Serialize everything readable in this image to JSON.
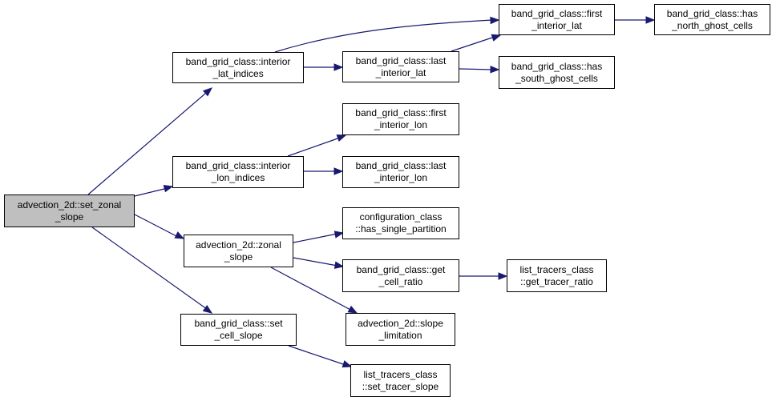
{
  "colors": {
    "edge": "#191970",
    "root_fill": "#bfbfbf",
    "node_fill": "#ffffff",
    "border": "#000000"
  },
  "nodes": {
    "set_zonal_slope": {
      "line1": "advection_2d::set_zonal",
      "line2": "_slope"
    },
    "interior_lat_indices": {
      "line1": "band_grid_class::interior",
      "line2": "_lat_indices"
    },
    "last_interior_lat": {
      "line1": "band_grid_class::last",
      "line2": "_interior_lat"
    },
    "first_interior_lat": {
      "line1": "band_grid_class::first",
      "line2": "_interior_lat"
    },
    "has_north_ghost_cells": {
      "line1": "band_grid_class::has",
      "line2": "_north_ghost_cells"
    },
    "has_south_ghost_cells": {
      "line1": "band_grid_class::has",
      "line2": "_south_ghost_cells"
    },
    "interior_lon_indices": {
      "line1": "band_grid_class::interior",
      "line2": "_lon_indices"
    },
    "first_interior_lon": {
      "line1": "band_grid_class::first",
      "line2": "_interior_lon"
    },
    "last_interior_lon": {
      "line1": "band_grid_class::last",
      "line2": "_interior_lon"
    },
    "zonal_slope": {
      "line1": "advection_2d::zonal",
      "line2": "_slope"
    },
    "has_single_partition": {
      "line1": "configuration_class",
      "line2": "::has_single_partition"
    },
    "get_cell_ratio": {
      "line1": "band_grid_class::get",
      "line2": "_cell_ratio"
    },
    "get_tracer_ratio": {
      "line1": "list_tracers_class",
      "line2": "::get_tracer_ratio"
    },
    "slope_limitation": {
      "line1": "advection_2d::slope",
      "line2": "_limitation"
    },
    "set_cell_slope": {
      "line1": "band_grid_class::set",
      "line2": "_cell_slope"
    },
    "set_tracer_slope": {
      "line1": "list_tracers_class",
      "line2": "::set_tracer_slope"
    }
  },
  "edges": [
    [
      "set_zonal_slope",
      "interior_lat_indices"
    ],
    [
      "set_zonal_slope",
      "interior_lon_indices"
    ],
    [
      "set_zonal_slope",
      "zonal_slope"
    ],
    [
      "set_zonal_slope",
      "set_cell_slope"
    ],
    [
      "interior_lat_indices",
      "first_interior_lat"
    ],
    [
      "interior_lat_indices",
      "last_interior_lat"
    ],
    [
      "last_interior_lat",
      "first_interior_lat"
    ],
    [
      "last_interior_lat",
      "has_south_ghost_cells"
    ],
    [
      "first_interior_lat",
      "has_north_ghost_cells"
    ],
    [
      "interior_lon_indices",
      "first_interior_lon"
    ],
    [
      "interior_lon_indices",
      "last_interior_lon"
    ],
    [
      "zonal_slope",
      "has_single_partition"
    ],
    [
      "zonal_slope",
      "get_cell_ratio"
    ],
    [
      "zonal_slope",
      "slope_limitation"
    ],
    [
      "get_cell_ratio",
      "get_tracer_ratio"
    ],
    [
      "set_cell_slope",
      "set_tracer_slope"
    ]
  ]
}
